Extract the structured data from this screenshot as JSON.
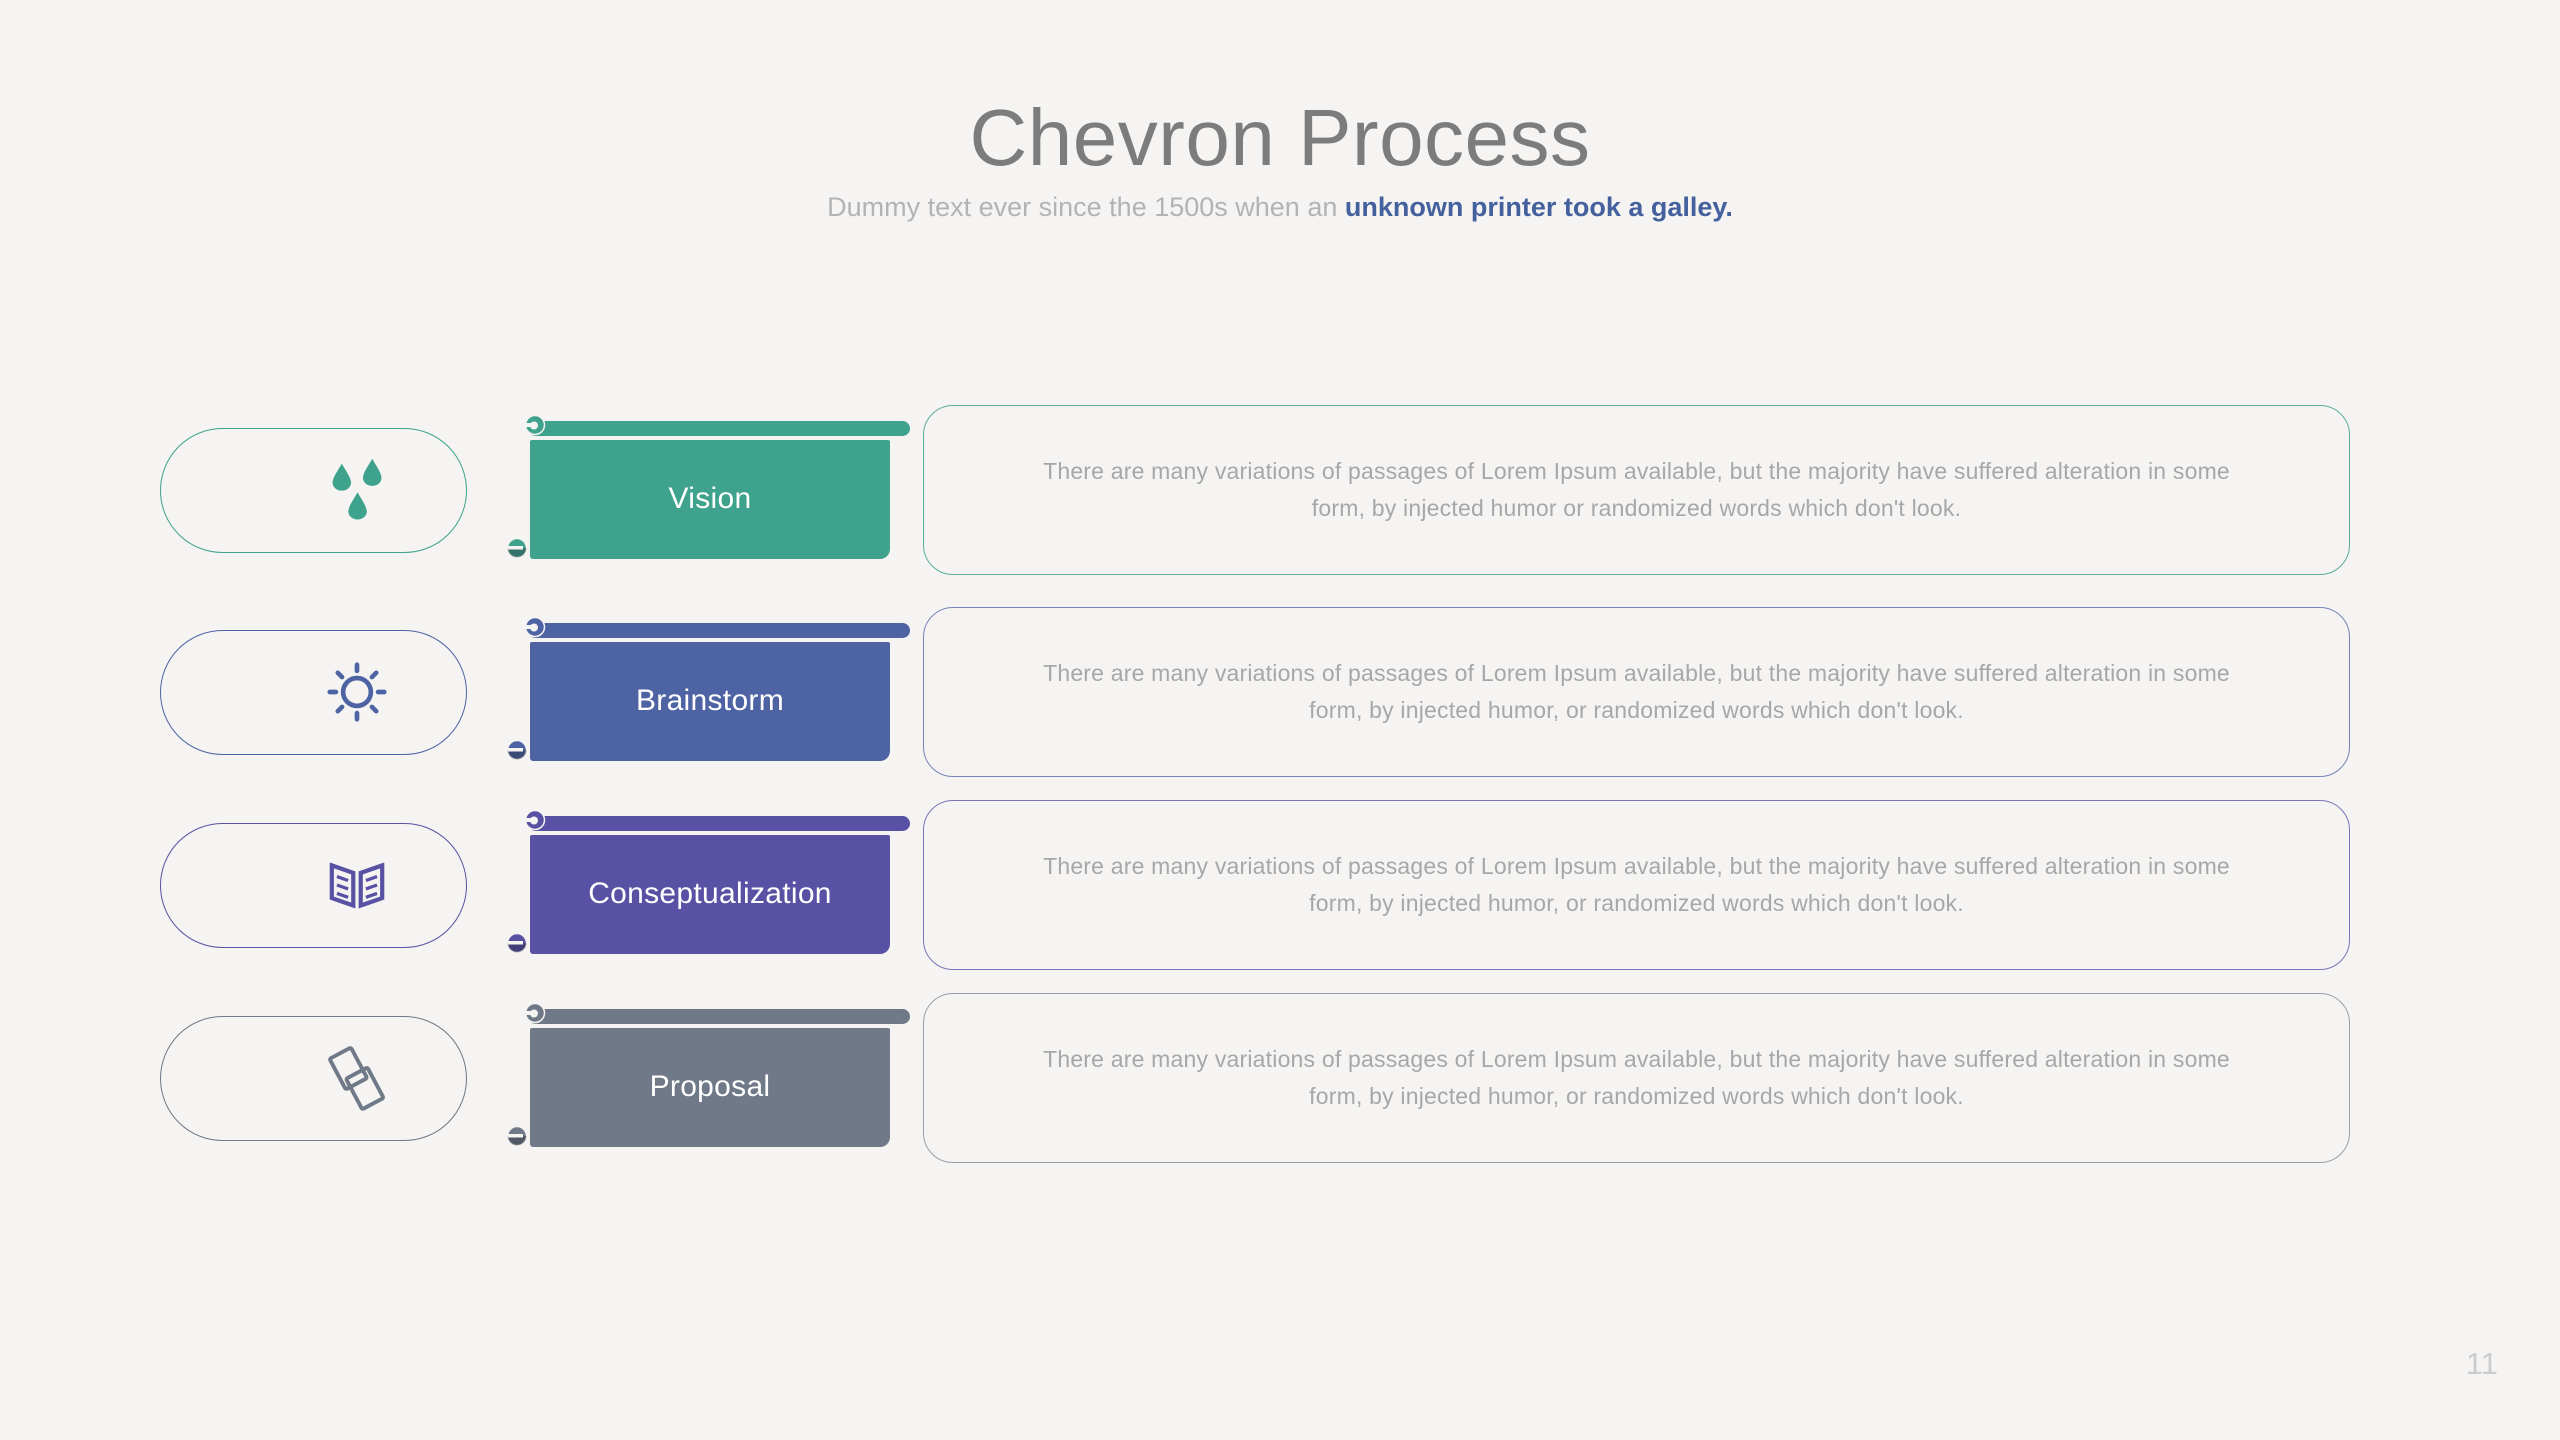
{
  "slide": {
    "title": "Chevron Process",
    "subtitle_plain": "Dummy text ever since the 1500s when an ",
    "subtitle_emphasis": "unknown printer took a galley.",
    "page_number": "11",
    "colors": {
      "bg": "#F5F4F2",
      "title": "#7C7C7C",
      "subtitle": "#B3B3B6",
      "accent": "#44609D",
      "body_text": "#A7A7A7",
      "page_number": "#CCCCCC"
    }
  },
  "rows": [
    {
      "label": "Vision",
      "icon": "water-drops-icon",
      "color": "#3FA28C",
      "border_color": "#5BAE9C",
      "body_line1": "There are many variations of passages of Lorem Ipsum available, but the majority have suffered alteration in some",
      "body_line2": "form, by injected humor or randomized words which don't look."
    },
    {
      "label": "Brainstorm",
      "icon": "sun-icon",
      "color": "#4E63A4",
      "border_color": "#7584B6",
      "body_line1": "There are many variations of passages of Lorem Ipsum available, but the majority have suffered alteration in some",
      "body_line2": "form, by injected humor, or randomized words which don't look."
    },
    {
      "label": "Conseptualization",
      "icon": "open-book-icon",
      "color": "#5951A3",
      "border_color": "#7B74B8",
      "body_line1": "There are many variations of passages of Lorem Ipsum available, but the majority have suffered alteration in some",
      "body_line2": "form, by injected humor, or randomized words which don't look."
    },
    {
      "label": "Proposal",
      "icon": "overlapping-cards-icon",
      "color": "#6F7987",
      "border_color": "#97A0AB",
      "body_line1": "There are many variations of passages of Lorem Ipsum available, but the majority have suffered alteration in some",
      "body_line2": "form, by injected humor, or randomized words which don't look."
    }
  ]
}
